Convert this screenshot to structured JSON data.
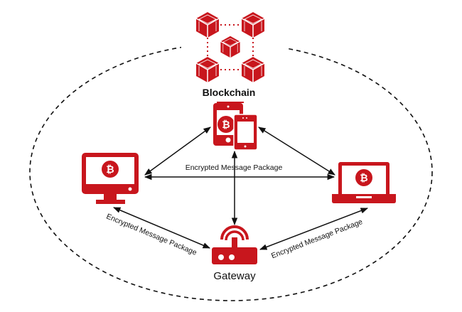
{
  "colors": {
    "accent": "#c8161d",
    "line": "#111111",
    "background": "#ffffff"
  },
  "nodes": {
    "blockchain": {
      "label": "Blockchain",
      "icon": "blockchain-cubes-icon"
    },
    "mobile": {
      "label": "",
      "icon": "tablet-phone-bitcoin-icon"
    },
    "desktop": {
      "label": "",
      "icon": "desktop-bitcoin-icon"
    },
    "laptop": {
      "label": "",
      "icon": "laptop-bitcoin-icon"
    },
    "gateway": {
      "label": "Gateway",
      "icon": "router-wifi-icon"
    }
  },
  "edges": [
    {
      "from": "desktop",
      "to": "laptop",
      "label": "Encrypted Message Package"
    },
    {
      "from": "desktop",
      "to": "gateway",
      "label": "Encrypted Message Package"
    },
    {
      "from": "gateway",
      "to": "laptop",
      "label": "Encrypted Message Package"
    },
    {
      "from": "desktop",
      "to": "mobile",
      "label": ""
    },
    {
      "from": "mobile",
      "to": "laptop",
      "label": ""
    },
    {
      "from": "mobile",
      "to": "gateway",
      "label": ""
    }
  ],
  "boundary": {
    "style": "dashed-ellipse"
  }
}
